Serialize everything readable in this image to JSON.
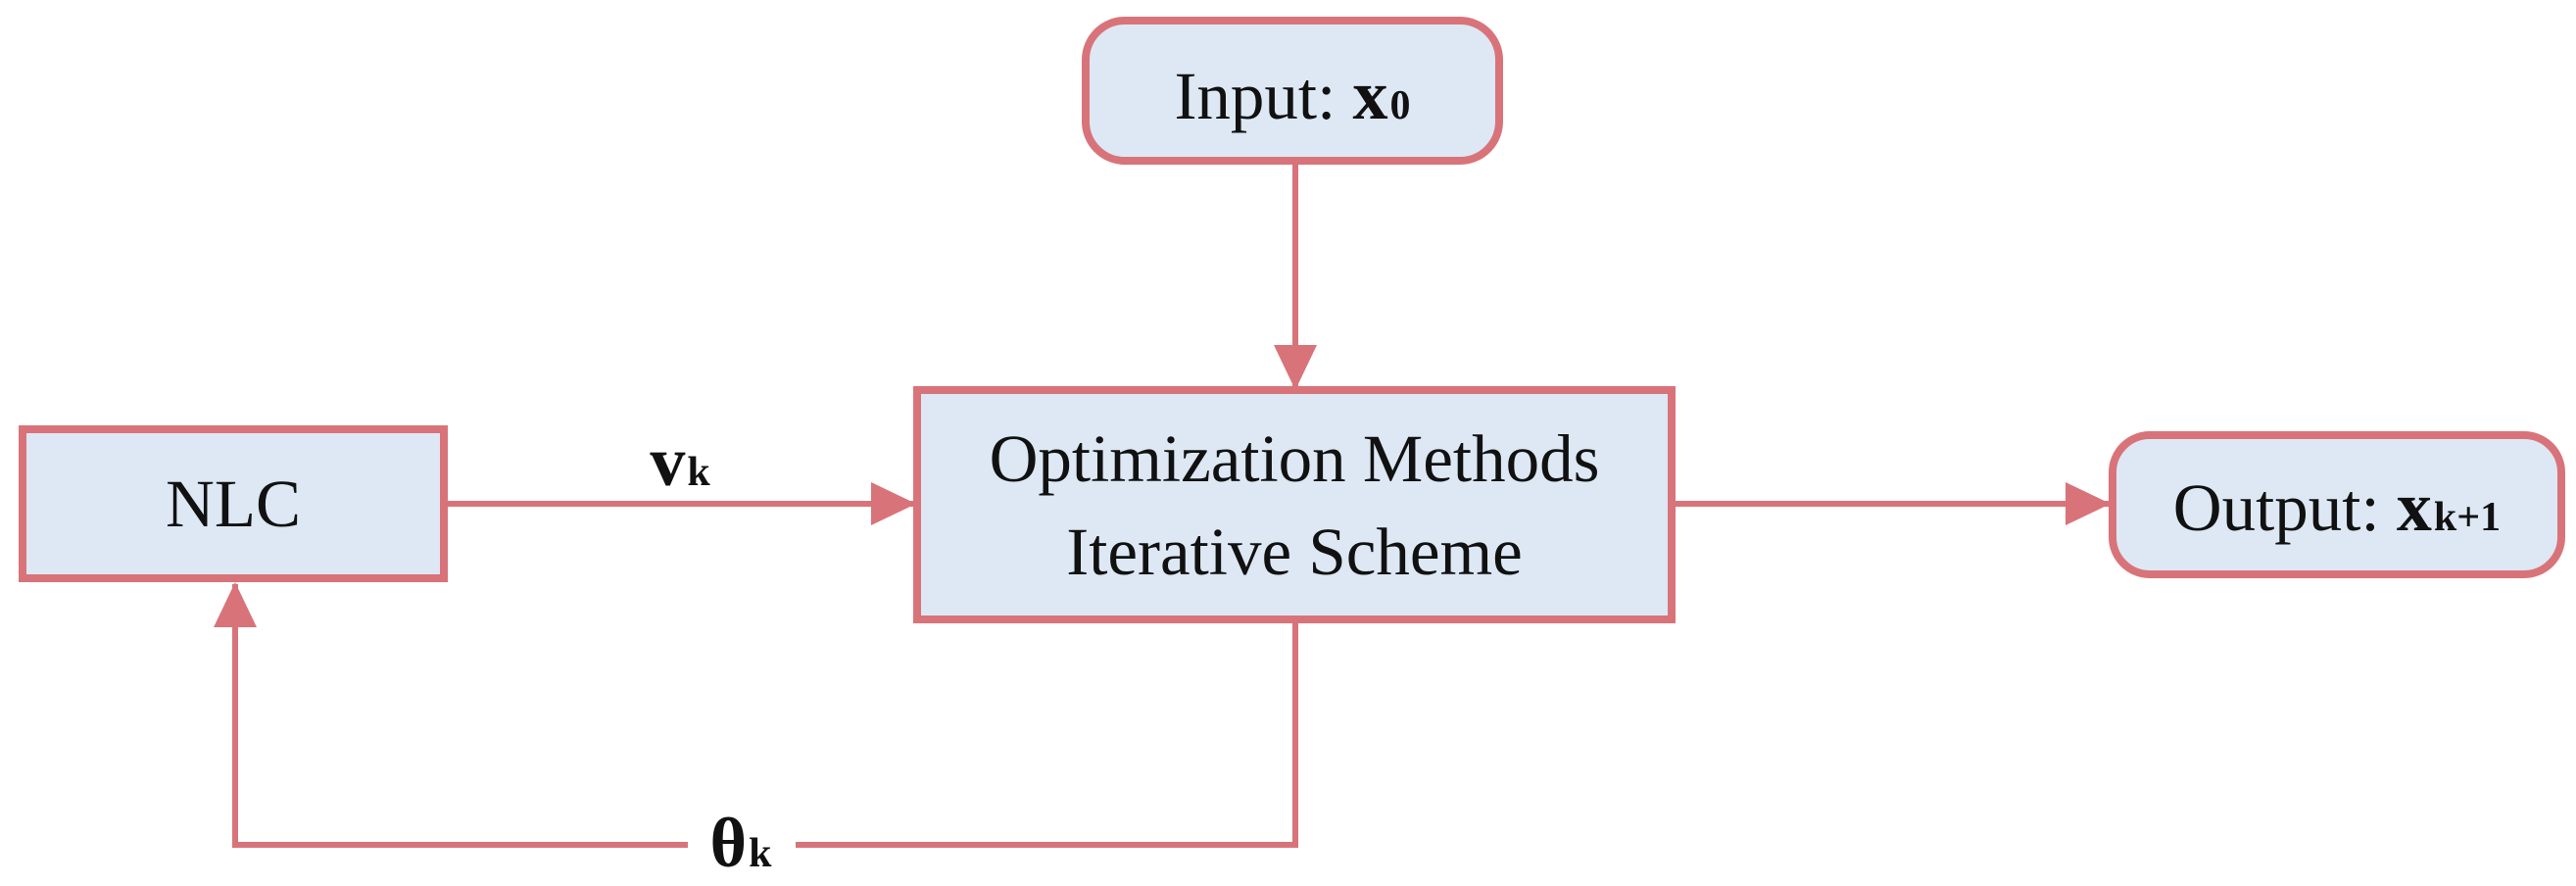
{
  "colors": {
    "box_fill": "#dde8f4",
    "box_stroke": "#d9737a",
    "arrow": "#d9737a",
    "text": "#111111",
    "background": "#ffffff"
  },
  "nodes": {
    "input": {
      "prefix": "Input: ",
      "var": "x",
      "sub": "0"
    },
    "optimizer": {
      "line1": "Optimization Methods",
      "line2": "Iterative Scheme"
    },
    "nlc": {
      "label": "NLC"
    },
    "output": {
      "prefix": "Output: ",
      "var": "x",
      "sub": "k+1"
    }
  },
  "edges": {
    "nlc_to_optimizer": {
      "var": "v",
      "sub": "k"
    },
    "optimizer_to_nlc": {
      "var": "θ",
      "sub": "k"
    }
  }
}
